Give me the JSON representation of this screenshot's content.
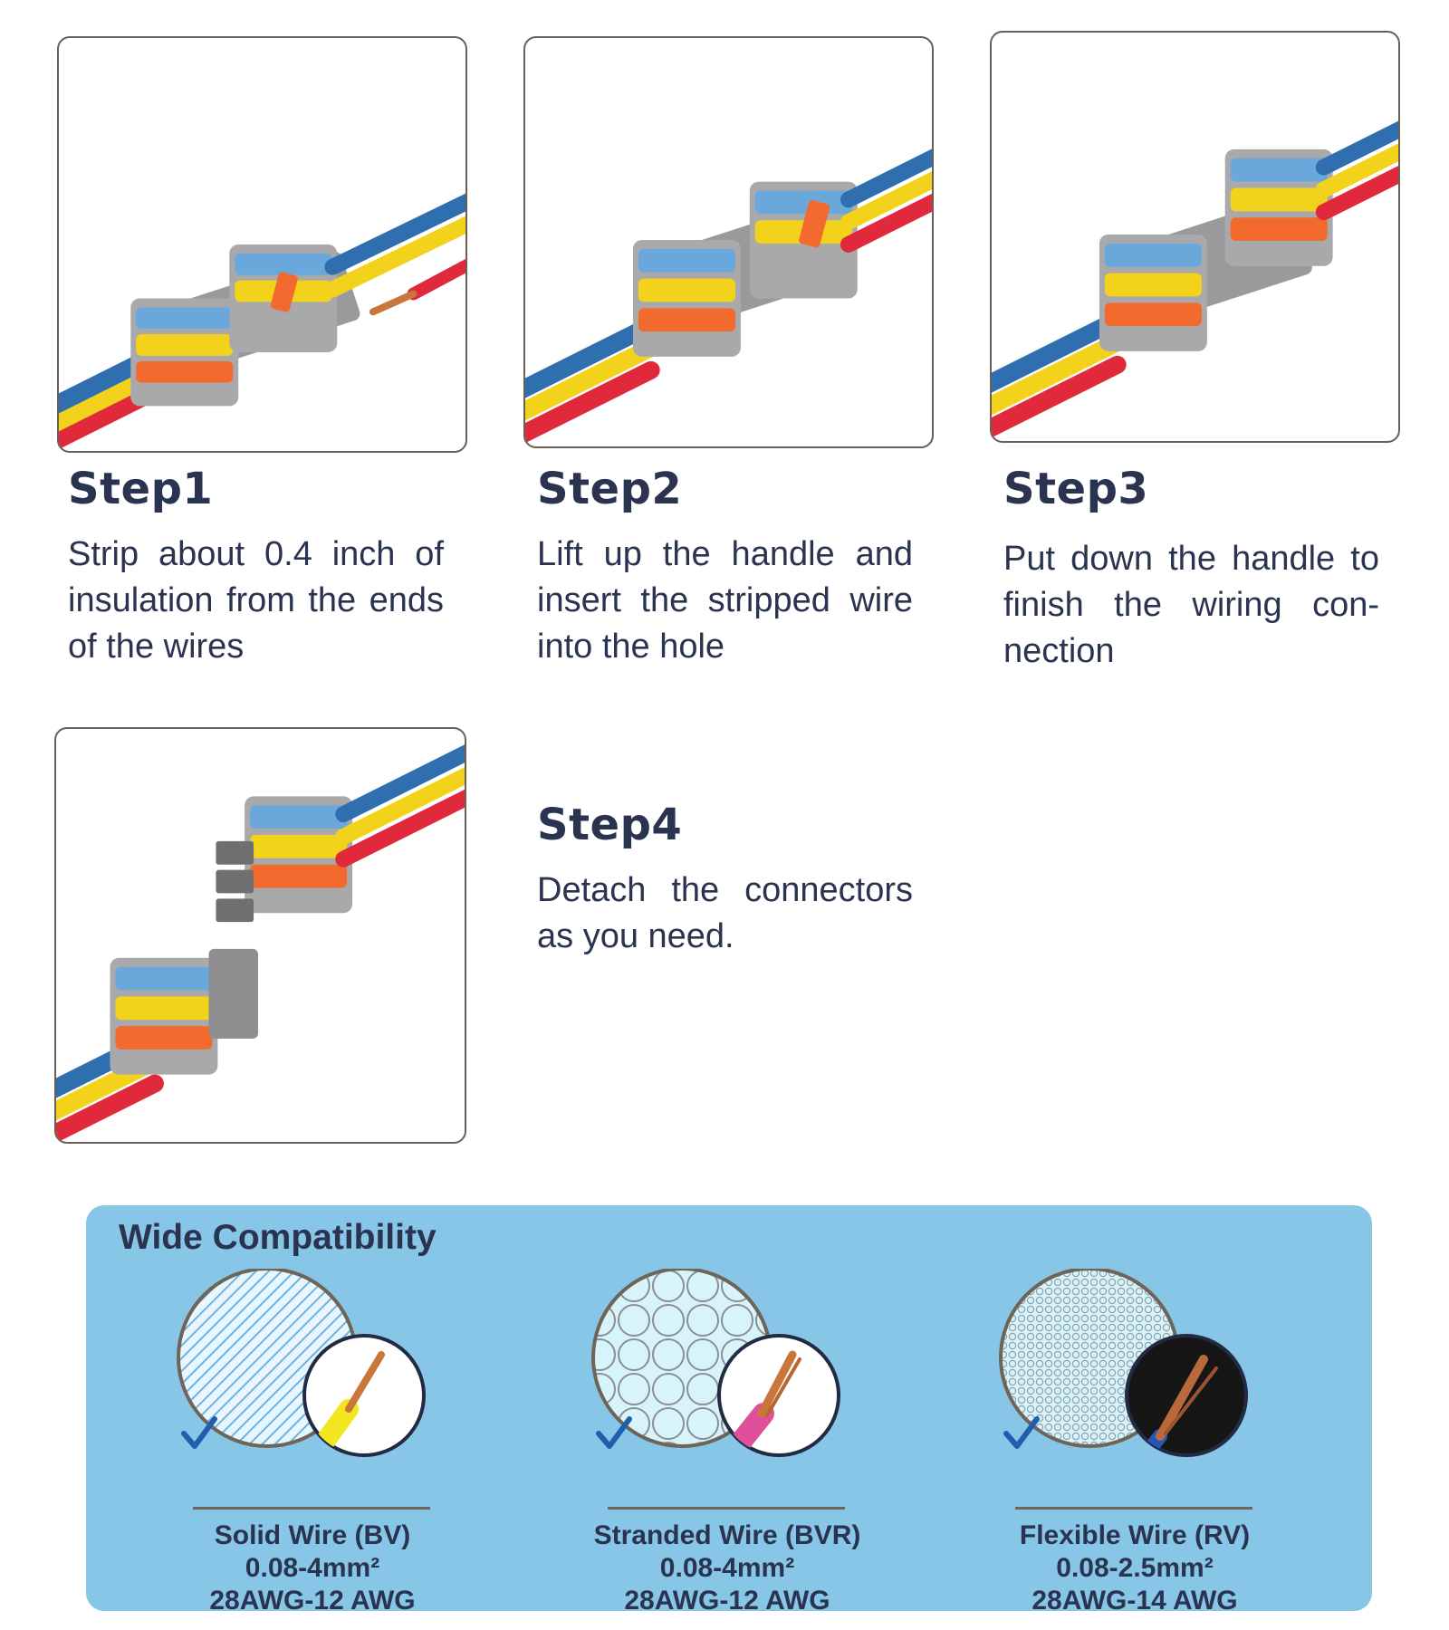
{
  "steps": [
    {
      "title": "Step1",
      "description": "Strip about 0.4 inch of insulation from the ends of the wires"
    },
    {
      "title": "Step2",
      "description": "Lift up the handle and insert the stripped wire into the hole"
    },
    {
      "title": "Step3",
      "description": "Put down the handle to finish the wiring con-nection"
    },
    {
      "title": "Step4",
      "description": "Detach the connectors as you need."
    }
  ],
  "compatibility": {
    "title": "Wide Compatibility",
    "wires": [
      {
        "name": "Solid Wire (BV)",
        "size": "0.08-4mm²",
        "awg": "28AWG-12 AWG"
      },
      {
        "name": "Stranded Wire (BVR)",
        "size": "0.08-4mm²",
        "awg": "28AWG-12 AWG"
      },
      {
        "name": "Flexible Wire (RV)",
        "size": "0.08-2.5mm²",
        "awg": "28AWG-14 AWG"
      }
    ]
  },
  "colors": {
    "wire_blue": "#2f6fb0",
    "wire_yellow": "#f3d21c",
    "wire_red": "#e0293a",
    "lever_blue": "#6aa8dc",
    "lever_orange": "#f26a2e",
    "connector_gray": "#a9a9ab",
    "panel_blue": "#87c6e6",
    "text_navy": "#2a3350"
  }
}
